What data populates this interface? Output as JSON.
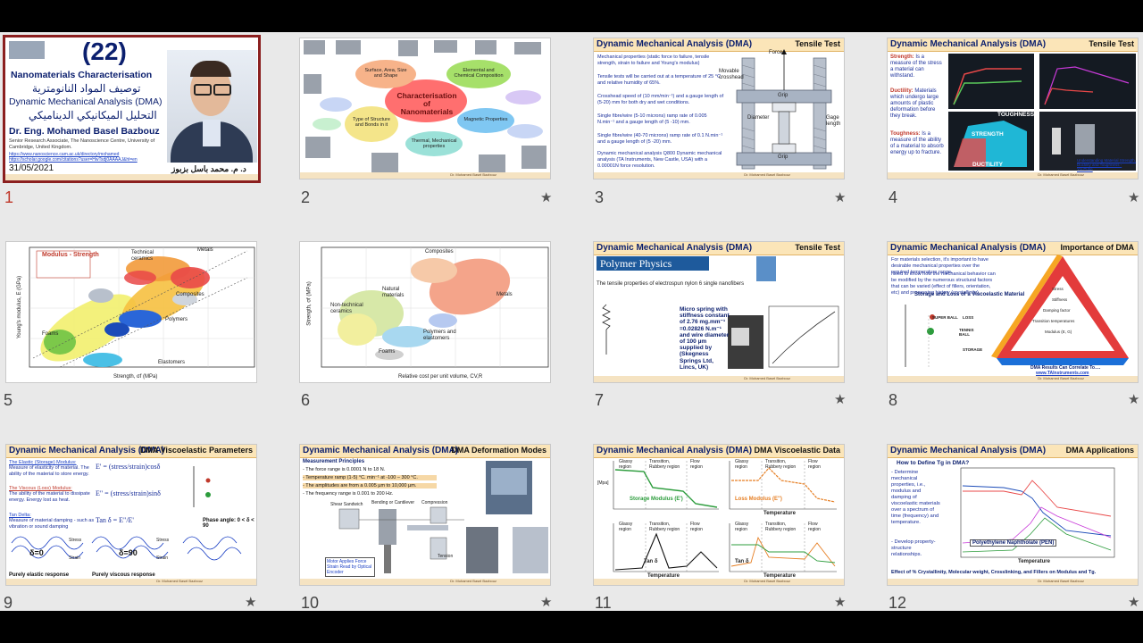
{
  "app": {
    "name": "Slide Sorter",
    "colors": {
      "background": "#e9e9e9",
      "selected_border": "#8b1f1f",
      "slide_number_selected": "#c0392b",
      "header_band": "#fbe5b8"
    }
  },
  "footer_author": "Dr. Mohamed Basel Bazbouz",
  "slides": [
    {
      "number": "1",
      "big_number": "(22)",
      "title": "Nanomaterials Characterisation",
      "title_ar": "توصيف المواد النانومترية",
      "subtitle": "Dynamic Mechanical Analysis (DMA)",
      "subtitle_ar": "التحليل الميكانيكي الديناميكي",
      "author": "Dr. Eng. Mohamed Basel Bazbouz",
      "affil": "Senior Research Associate, The Nanoscience Centre, University of Cambridge, United Kingdom.",
      "link1": "https://www.nanoscience.cam.ac.uk/directory/mohamed",
      "link2": "https://scholar.google.com/citations?user=HwTsdj0AAAAJ&hl=en",
      "date": "31/05/2021",
      "author_ar": "د. م. محمد باسل بزبوز",
      "star": ""
    },
    {
      "number": "2",
      "center": "Characterisation of Nanomaterials",
      "b1": "Surface, Area, Size and Shape",
      "b2": "Elemental and Chemical Composition",
      "b3": "Type of Structure and Bonds in it",
      "b4": "Magnetic Properties",
      "b5": "Thermal, Mechanical properties",
      "star": "★"
    },
    {
      "number": "3",
      "header": "Dynamic Mechanical Analysis (DMA)",
      "tag": "Tensile Test",
      "p1": "Mechanical properties (static force to failure, tensile strength, strain to failure and Young's modulus)",
      "p2": "Tensile tests will be carried out at a temperature of 25 °C and relative humidity of 65%.",
      "p3": "Crosshead speed of (10 mm/min⁻¹) and a gauge length of (5-20) mm for both dry and wet conditions.",
      "p4": "Single fibre/wire (5-10 microns) ramp rate of 0.005 N.min⁻¹ and a gauge length of (5 -10) mm.",
      "p5": "Single fibre/wire (40-70 microns) ramp rate of 0.1 N.min⁻¹ and a gauge length of (5 -20) mm.",
      "p6": "Dynamic mechanical analysis Q800 Dynamic mechanical analysis (TA Instruments, New Castle, USA) with a 0.00001N force resolution.",
      "l_force": "Force",
      "l_grip": "Grip",
      "l_movable": "Movable crosshead",
      "l_diameter": "Diameter",
      "l_gage": "Gage length",
      "star": "★"
    },
    {
      "number": "4",
      "header": "Dynamic Mechanical Analysis (DMA)",
      "tag": "Tensile Test",
      "strength_h": "Strength:",
      "strength_t": "Is a measure of the stress a material can withstand.",
      "ductility_h": "Ductility:",
      "ductility_t": "Materials which undergo large amounts of plastic deformation before they break.",
      "toughness_h": "Toughness:",
      "toughness_t": "Is a measure of the ability of a material to absorb energy up to fracture.",
      "p_tough": "TOUGHNESS",
      "p_strength": "STRENGTH",
      "p_ductility": "DUCTILITY",
      "link": "Understanding Material Strength, Ductility and Toughness - YouTube",
      "star": "★"
    },
    {
      "number": "5",
      "chart_title": "Modulus - Strength",
      "ylabel": "Young's modulus, E (GPa)",
      "xlabel": "Strength, σf (MPa)",
      "r1": "Technical ceramics",
      "r2": "Metals",
      "r3": "Composites",
      "r4": "Polymers",
      "r5": "Foams",
      "r6": "Elastomers",
      "star": ""
    },
    {
      "number": "6",
      "ylabel": "Strength, σf (MPa)",
      "xlabel": "Relative cost per unit volume, CV,R",
      "r1": "Composites",
      "r2": "Metals",
      "r3": "Natural materials",
      "r4": "Non-technical ceramics",
      "r5": "Polymers and elastomers",
      "r6": "Foams",
      "star": ""
    },
    {
      "number": "7",
      "header": "Dynamic Mechanical Analysis (DMA)",
      "tag": "Tensile Test",
      "journal": "Polymer Physics",
      "article": "The tensile properties of electrospun nylon 6 single nanofibers",
      "spring": "Micro spring with stiffness constant of 2.76 mg.mm⁻¹ =0.02826 N.m⁻¹ and wire diameter of 100 µm supplied by (Skegness Springs Ltd, Lincs, UK)",
      "star": "★"
    },
    {
      "number": "8",
      "header": "Dynamic Mechanical Analysis (DMA)",
      "tag": "Importance of DMA",
      "p1": "For materials selection, it's important to have desirable mechanical properties over the required temperature range.",
      "p2": "Need to know how the mechanical behavior can be modified by the numerous structural factors that can be varied (effect of fillers, orientation, etc) and processing history (crystallinity).",
      "storage_title": "Storage and Loss of a Viscoelastic Material",
      "super": "SUPER BALL",
      "loss": "LOSS",
      "tennis": "TENNIS BALL",
      "storage": "STORAGE",
      "t1": "Stress",
      "t2": "Stiffness",
      "t3": "Damping factor",
      "t4": "Transition temperatures",
      "t5": "Modulus (E, G)",
      "correlate": "DMA Results Can Correlate To….",
      "site": "www.TAInstruments.com",
      "star": "★"
    },
    {
      "number": "9",
      "header": "Dynamic Mechanical Analysis (DMA)",
      "tag": "DMA Viscoelastic Parameters",
      "elastic_h": "The Elastic (Storage) Modulus:",
      "elastic_t": "Measure of elasticity of material. The ability of the material to store energy.",
      "eq1": "E' = (stress/strain)cosδ",
      "viscous_h": "The Viscous (Loss) Modulus:",
      "viscous_t": "The ability of the material to dissipate energy. Energy lost as heat.",
      "eq2": "E\" = (stress/strain)sinδ",
      "tan_h": "Tan Delta:",
      "tan_t": "Measure of material damping - such as vibration or sound damping",
      "eq3": "Tan δ = E\"/E'",
      "phase": "Phase angle: 0 < δ < 90",
      "d0": "δ=0",
      "d90": "δ=90",
      "stress": "Stress",
      "strain": "Strain",
      "elastic_resp": "Purely elastic response",
      "viscous_resp": "Purely viscous response",
      "star": "★"
    },
    {
      "number": "10",
      "header": "Dynamic Mechanical Analysis (DMA)",
      "tag": "DMA Deformation Modes",
      "principles": "Measurement Principles",
      "b1": "- The force range is 0.0001 N to 18 N.",
      "b2": "- Temperature ramp (1-5) °C. min⁻¹ at -100 – 300 °C.",
      "b3": "- The amplitudes are from a 0.005 µm to 10,000 µm.",
      "b4": "- The frequency range is 0.001 to 200 Hz.",
      "m1": "Shear Sandwich",
      "m2": "Bending or Cantilever",
      "m3": "Compression",
      "m4": "Tension",
      "motor": "Motor Applies Force Strain Read by Optical Encoder",
      "star": "★"
    },
    {
      "number": "11",
      "header": "Dynamic Mechanical Analysis (DMA)",
      "tag": "DMA Viscoelastic Data",
      "glassy": "Glassy region",
      "transition": "Transition, Rubbery region",
      "flow": "Flow region",
      "storage_mod": "Storage Modulus (E')",
      "loss_mod": "Loss Modulus (E\")",
      "tan": "Tan δ",
      "temperature": "Temperature",
      "mpa": "[Mpa]",
      "star": "★"
    },
    {
      "number": "12",
      "header": "Dynamic Mechanical Analysis (DMA)",
      "tag": "DMA Applications",
      "q": "How to Define Tg in DMA?",
      "p1": "- Determine mechanical properties, i.e., modulus and damping of viscoelastic materials over a spectrum of time (frequency) and temperature.",
      "p2": "- Develop property-structure relationships.",
      "pen": "Polyethylene Naphtholate (PEN)",
      "effect": "Effect of % Crystallinity, Molecular weight, Crosslinking, and Fillers on Modulus and Tg.",
      "temp": "Temperature",
      "star": "★"
    }
  ]
}
